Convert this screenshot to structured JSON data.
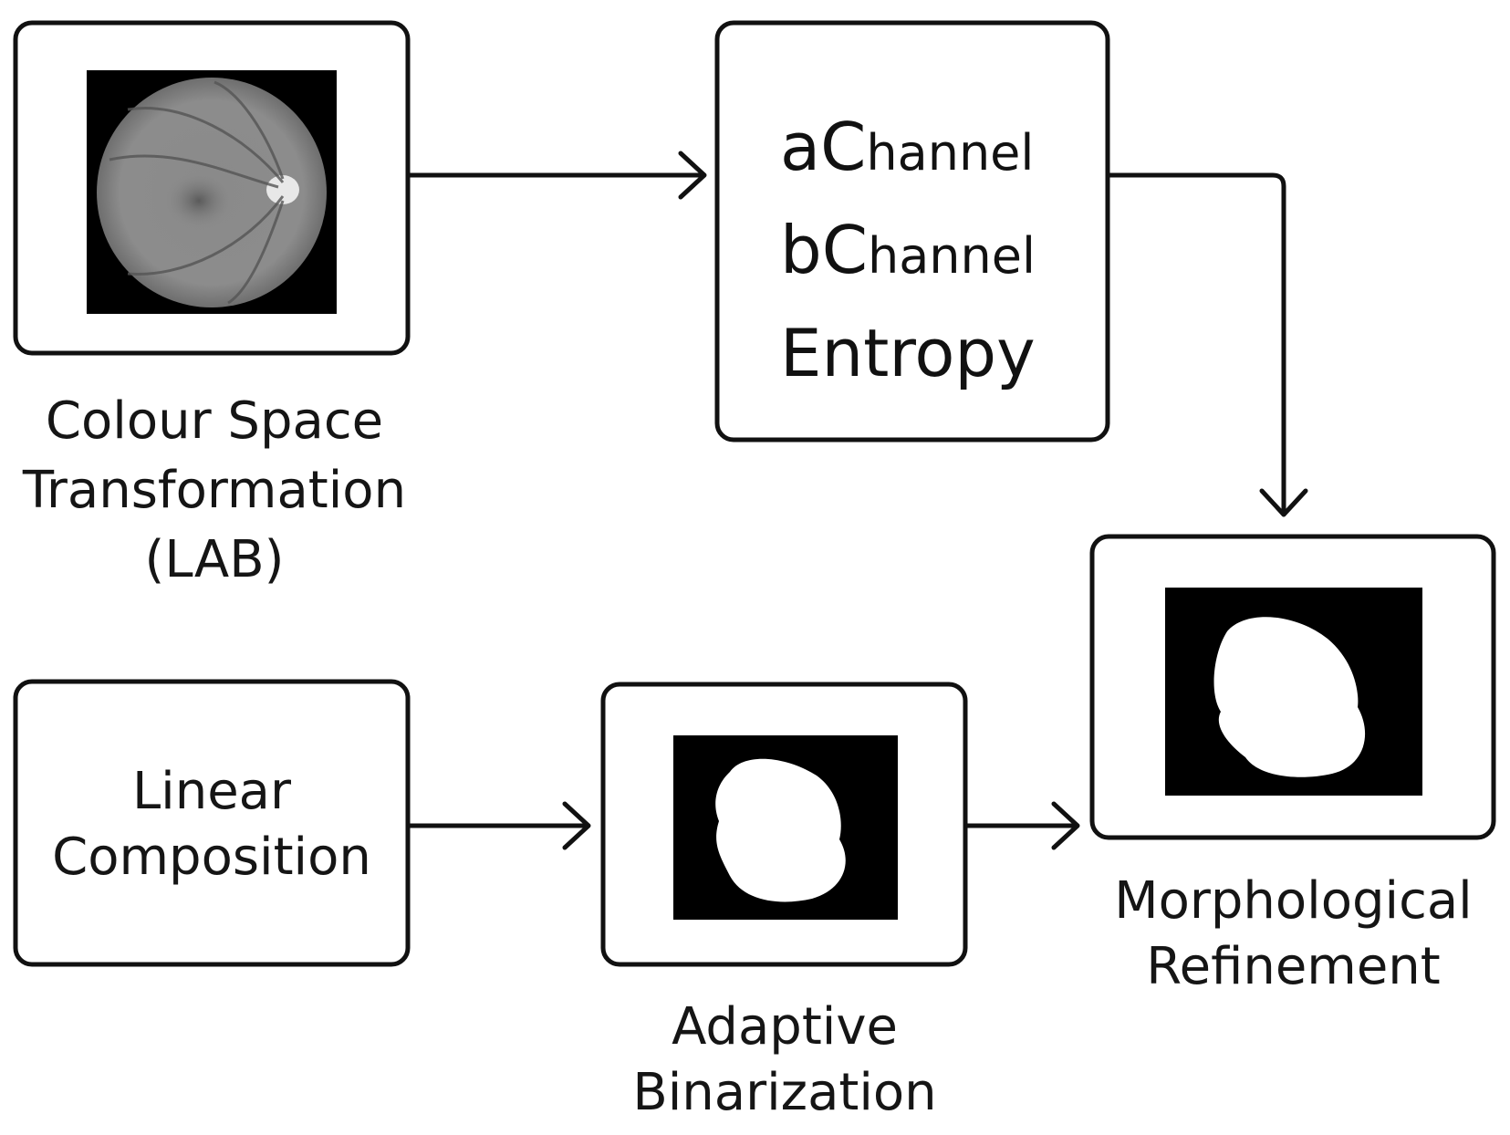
{
  "nodes": {
    "colour_space": {
      "label_lines": [
        "Colour Space",
        "Transformation",
        "(LAB)"
      ]
    },
    "channels": {
      "a_channel": {
        "lead": "aC",
        "rest": "hannel"
      },
      "b_channel": {
        "lead": "bC",
        "rest": "hannel"
      },
      "entropy": "Entropy"
    },
    "linear_composition": {
      "label_lines": [
        "Linear",
        "Composition"
      ]
    },
    "adaptive_binarization": {
      "label_lines": [
        "Adaptive",
        "Binarization"
      ]
    },
    "morphological_refinement": {
      "label_lines": [
        "Morphological",
        "Refinement"
      ]
    }
  },
  "edges": [
    {
      "from": "colour_space",
      "to": "channels"
    },
    {
      "from": "channels",
      "to": "morphological_refinement"
    },
    {
      "from": "linear_composition",
      "to": "adaptive_binarization"
    },
    {
      "from": "adaptive_binarization",
      "to": "morphological_refinement"
    }
  ],
  "colors": {
    "stroke": "#111111",
    "image_bg": "#000000",
    "mask": "#ffffff"
  }
}
